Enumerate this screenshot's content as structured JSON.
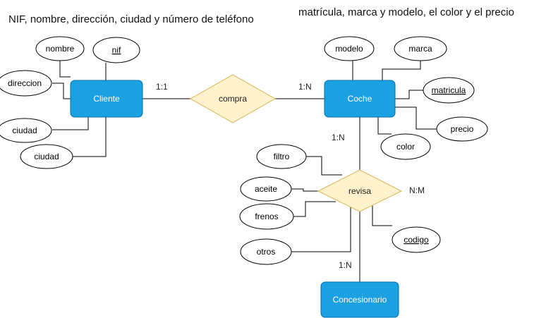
{
  "notes": {
    "cliente": "NIF, nombre, dirección, ciudad y número de teléfono",
    "coche": "matrícula, marca y modelo, el color y el precio"
  },
  "colors": {
    "entity_fill": "#1ba1e2",
    "entity_stroke": "#006eaf",
    "relation_fill": "#fff2cc",
    "relation_stroke": "#d6b656"
  },
  "entities": {
    "cliente": "Cliente",
    "coche": "Coche",
    "concesionario": "Concesionario"
  },
  "relations": {
    "compra": "compra",
    "revisa": "revisa"
  },
  "attributes": {
    "nombre": "nombre",
    "nif": "nif",
    "direccion": "direccion",
    "ciudad_1": "ciudad",
    "ciudad_2": "ciudad",
    "modelo": "modelo",
    "marca": "marca",
    "matricula": "matricula",
    "precio": "precio",
    "color": "color",
    "filtro": "filtro",
    "aceite": "aceite",
    "frenos": "frenos",
    "otros": "otros",
    "codigo": "codigo"
  },
  "cardinalities": {
    "compra_cliente": "1:1",
    "compra_coche": "1:N",
    "revisa_coche": "1:N",
    "revisa_side": "N:M",
    "revisa_concesionario": "1:N"
  }
}
